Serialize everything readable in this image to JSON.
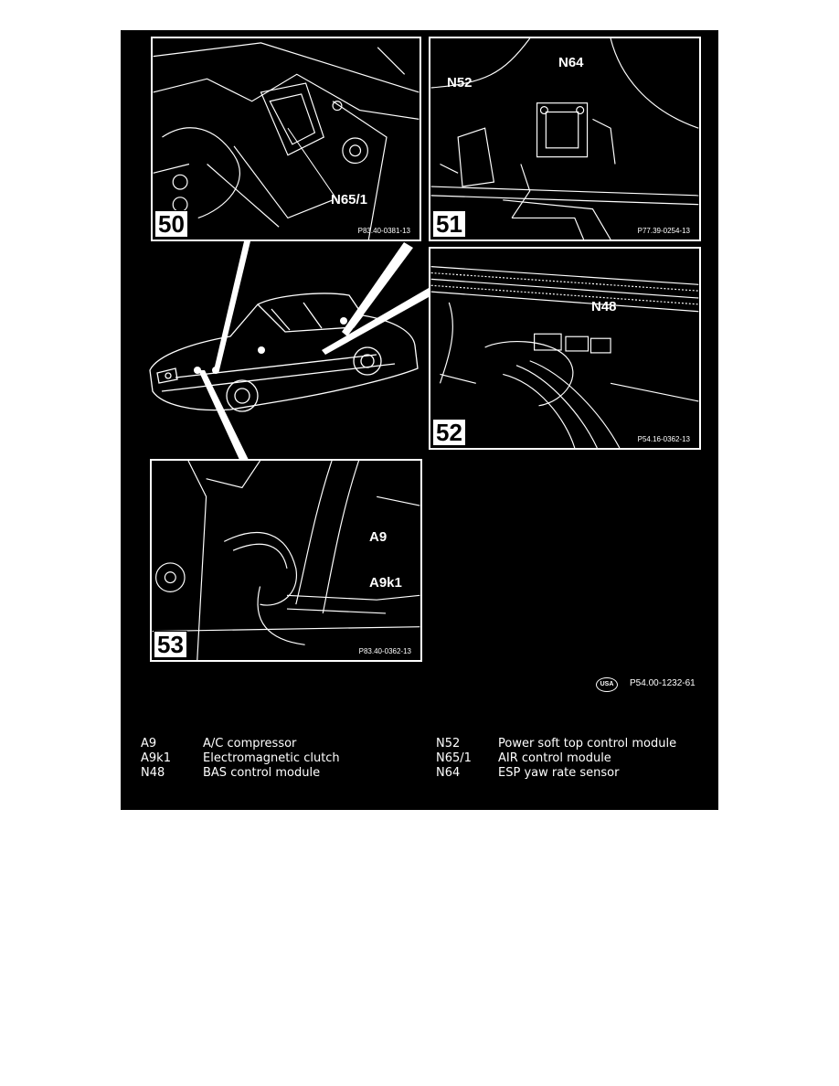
{
  "panels": [
    {
      "number": "50",
      "ref": "P83.40-0381-13",
      "callouts": [
        "N65/1"
      ]
    },
    {
      "number": "51",
      "ref": "P77.39-0254-13",
      "callouts": [
        "N52",
        "N64"
      ]
    },
    {
      "number": "52",
      "ref": "P54.16-0362-13",
      "callouts": [
        "N48"
      ]
    },
    {
      "number": "53",
      "ref": "P83.40-0362-13",
      "callouts": [
        "A9",
        "A9k1"
      ]
    }
  ],
  "footer": {
    "badge": "USA",
    "ref": "P54.00-1232-61"
  },
  "legend": {
    "left": [
      {
        "code": "A9",
        "desc": "A/C compressor"
      },
      {
        "code": "A9k1",
        "desc": "Electromagnetic clutch"
      },
      {
        "code": "N48",
        "desc": "BAS control module"
      }
    ],
    "right": [
      {
        "code": "N52",
        "desc": "Power soft top control module"
      },
      {
        "code": "N65/1",
        "desc": "AIR control module"
      },
      {
        "code": "N64",
        "desc": "ESP yaw rate sensor"
      }
    ]
  },
  "colors": {
    "background": "#000000",
    "ink": "#ffffff",
    "page": "#ffffff"
  }
}
